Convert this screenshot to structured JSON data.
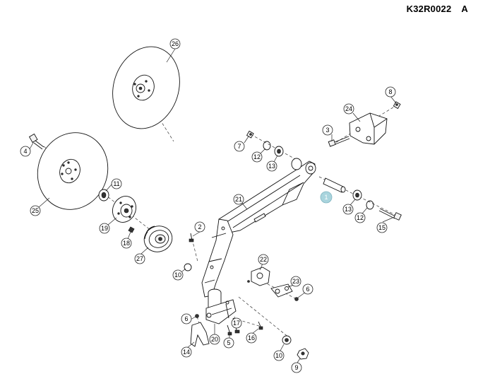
{
  "document": {
    "reference": "K32R0022",
    "revision": "A"
  },
  "highlight_color": "#a9d4dd",
  "callouts": [
    {
      "id": "c26",
      "label": "26"
    },
    {
      "id": "c4",
      "label": "4"
    },
    {
      "id": "c25",
      "label": "25"
    },
    {
      "id": "c11",
      "label": "11"
    },
    {
      "id": "c19",
      "label": "19"
    },
    {
      "id": "c18",
      "label": "18"
    },
    {
      "id": "c27",
      "label": "27"
    },
    {
      "id": "c8",
      "label": "8"
    },
    {
      "id": "c24",
      "label": "24"
    },
    {
      "id": "c3",
      "label": "3"
    },
    {
      "id": "c7",
      "label": "7"
    },
    {
      "id": "c12a",
      "label": "12"
    },
    {
      "id": "c13a",
      "label": "13"
    },
    {
      "id": "c1",
      "label": "1",
      "highlighted": true
    },
    {
      "id": "c13b",
      "label": "13"
    },
    {
      "id": "c12b",
      "label": "12"
    },
    {
      "id": "c15",
      "label": "15"
    },
    {
      "id": "c21",
      "label": "21"
    },
    {
      "id": "c2",
      "label": "2"
    },
    {
      "id": "c10a",
      "label": "10"
    },
    {
      "id": "c22",
      "label": "22"
    },
    {
      "id": "c23",
      "label": "23"
    },
    {
      "id": "c6a",
      "label": "6"
    },
    {
      "id": "c6b",
      "label": "6"
    },
    {
      "id": "c14",
      "label": "14"
    },
    {
      "id": "c20",
      "label": "20"
    },
    {
      "id": "c17",
      "label": "17"
    },
    {
      "id": "c5",
      "label": "5"
    },
    {
      "id": "c16",
      "label": "16"
    },
    {
      "id": "c10b",
      "label": "10"
    },
    {
      "id": "c9",
      "label": "9"
    }
  ]
}
